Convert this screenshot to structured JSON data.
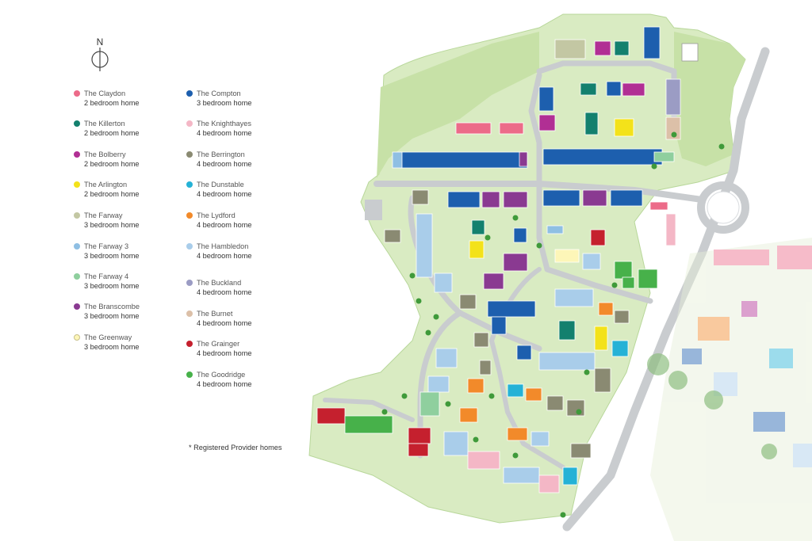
{
  "compass": {
    "label": "N"
  },
  "legend_left": [
    {
      "name": "The Claydon",
      "type": "2 bedroom home",
      "color": "#ec6b89"
    },
    {
      "name": "The Killerton",
      "type": "2 bedroom home",
      "color": "#13806e"
    },
    {
      "name": "The Bolberry",
      "type": "2 bedroom home",
      "color": "#b12f94"
    },
    {
      "name": "The Arlington",
      "type": "2 bedroom home",
      "color": "#f3e21a"
    },
    {
      "name": "The Farway",
      "type": "3 bedroom home",
      "color": "#c3c7a3"
    },
    {
      "name": "The Farway 3",
      "type": "3 bedroom home",
      "color": "#8fbfe3"
    },
    {
      "name": "The Farway 4",
      "type": "3 bedroom home",
      "color": "#8fcf9e"
    },
    {
      "name": "The Branscombe",
      "type": "3 bedroom home",
      "color": "#8a3a91"
    },
    {
      "name": "The Greenway",
      "type": "3 bedroom home",
      "color": "#fdf6b8"
    }
  ],
  "legend_right": [
    {
      "name": "The Compton",
      "type": "3 bedroom home",
      "color": "#1d5fae"
    },
    {
      "name": "The Knighthayes",
      "type": "4 bedroom home",
      "color": "#f4b7c6"
    },
    {
      "name": "The Berrington",
      "type": "4 bedroom home",
      "color": "#8a8a72"
    },
    {
      "name": "The Dunstable",
      "type": "4 bedroom home",
      "color": "#25b2d6"
    },
    {
      "name": "The Lydford",
      "type": "4 bedroom home",
      "color": "#f28a2a"
    },
    {
      "name": "The Hambledon",
      "type": "4 bedroom home",
      "color": "#a9cdea"
    },
    {
      "name": "The Buckland",
      "type": "4 bedroom home",
      "color": "#9b9cc4"
    },
    {
      "name": "The Burnet",
      "type": "4 bedroom home",
      "color": "#dcc0a8"
    },
    {
      "name": "The Grainger",
      "type": "4 bedroom home",
      "color": "#c5202e"
    },
    {
      "name": "The Goodridge",
      "type": "4 bedroom home",
      "color": "#47b14a"
    }
  ],
  "note": "* Registered Provider homes",
  "map_colors": {
    "grass": "#d9ebc2",
    "grass_dark": "#c7e1a7",
    "road": "#c9cccf",
    "road_edge": "#aeb3b7",
    "tree": "#3f9a3a",
    "outline": "#b8d79a"
  }
}
